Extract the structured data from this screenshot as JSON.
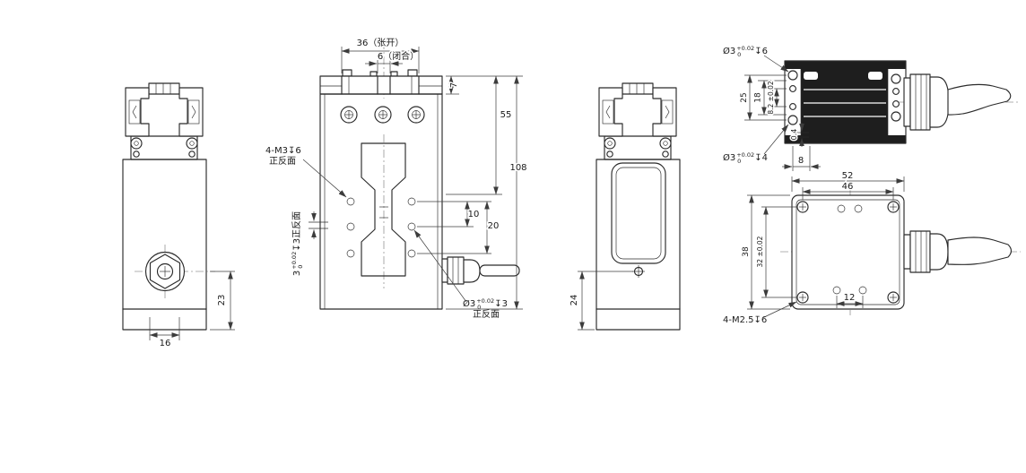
{
  "drawing": {
    "kind": "engineering-drawing",
    "line_color": "#2b2b2b",
    "background": "#ffffff"
  },
  "views": {
    "side_left": {
      "dim_height": "23",
      "dim_width": "16"
    },
    "front": {
      "dim_open": "36（张开）",
      "dim_closed": "6（闭合）",
      "dim_jaw": "7",
      "dim_upper": "55",
      "dim_total": "108",
      "dim_10": "10",
      "dim_20": "20",
      "note_m3_l1": "4-M3↧6",
      "note_m3_l2": "正反面",
      "note_slot_val": "3",
      "note_slot_tol_up": "+0.02",
      "note_slot_tol_dn": "0",
      "note_slot_rest": "↧3正反面",
      "note_pin_val": "Ø3",
      "note_pin_tol_up": "+0.02",
      "note_pin_tol_dn": "0",
      "note_pin_rest": "↧3",
      "note_pin_l2": "正反面"
    },
    "side_right": {
      "dim_bottom": "24"
    },
    "top": {
      "note_hole6_val": "Ø3",
      "note_hole6_tol_up": "+0.02",
      "note_hole6_tol_dn": "0",
      "note_hole6_rest": "↧6",
      "dim_25": "25",
      "dim_18": "18",
      "dim_82": "8.2 ±0.02",
      "dim_04": "0.4",
      "note_hole4_val": "Ø3",
      "note_hole4_tol_up": "+0.02",
      "note_hole4_tol_dn": "0",
      "note_hole4_rest": "↧4",
      "dim_8": "8"
    },
    "bottom": {
      "dim_52": "52",
      "dim_46": "46",
      "dim_38": "38",
      "dim_32": "32 ±0.02",
      "dim_12": "12",
      "note_m25": "4-M2.5↧6"
    }
  }
}
